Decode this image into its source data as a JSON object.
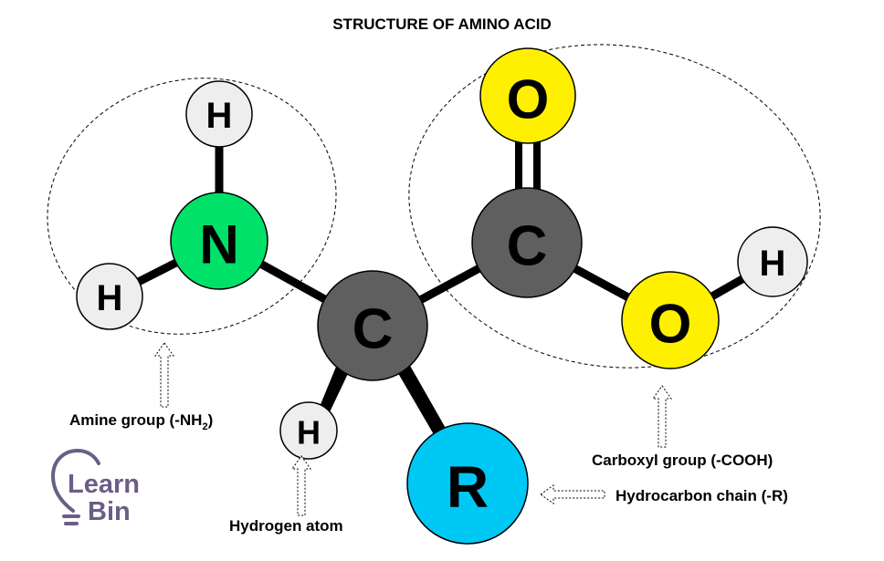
{
  "title": "STRUCTURE OF AMINO ACID",
  "atoms": {
    "h_top": "H",
    "n": "N",
    "h_left": "H",
    "c_alpha": "C",
    "h_bottom": "H",
    "r": "R",
    "c_carboxyl": "C",
    "o_top": "O",
    "o_right": "O",
    "h_right": "H"
  },
  "labels": {
    "amine_prefix": "Amine group (-NH",
    "amine_sub": "2",
    "amine_suffix": ")",
    "hydrogen": "Hydrogen atom",
    "carboxyl": "Carboxyl group (-COOH)",
    "hydrocarbon": "Hydrocarbon chain (-R)"
  },
  "logo": {
    "line1": "Learn",
    "line2": "Bin"
  },
  "colors": {
    "nitrogen": "#00e16a",
    "oxygen": "#fff000",
    "carbon": "#5f5f5f",
    "hydrogen": "#eeeeee",
    "r_group": "#00c8f5",
    "logo": "#6b5e86"
  }
}
